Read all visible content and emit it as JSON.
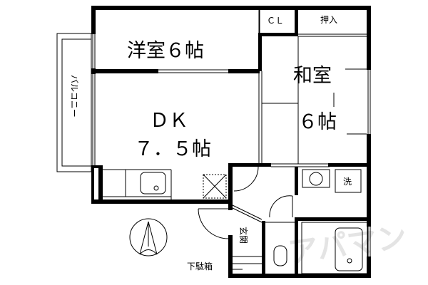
{
  "rooms": {
    "western_room": "洋室６帖",
    "japanese_room_name": "和室",
    "japanese_room_size": "６帖",
    "dk_name": "ＤＫ",
    "dk_size": "７．５帖",
    "balcony": "バルコニー",
    "closet": "ＣＬ",
    "oshiire": "押入",
    "washer": "洗",
    "entrance": "玄関",
    "shoe_box": "下駄箱"
  },
  "watermark": "アパマンショップ",
  "colors": {
    "line": "#000000",
    "watermark": "#e4e4e4"
  }
}
